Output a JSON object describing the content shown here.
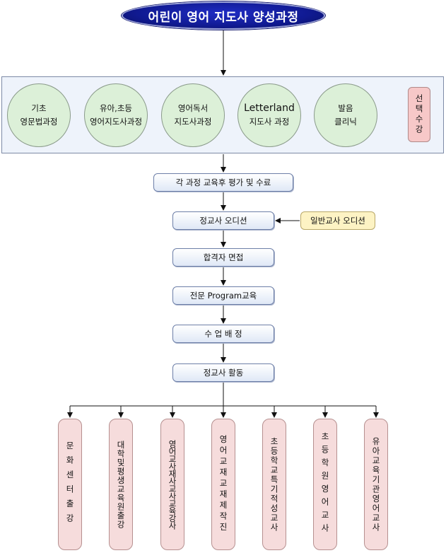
{
  "title": "어린이 영어 지도사 양성과정",
  "courses": [
    {
      "line1": "기초",
      "line2": "영문법과정"
    },
    {
      "line1": "유아,초등",
      "line2": "영어지도사과정"
    },
    {
      "line1": "영어독서",
      "line2": "지도사과정"
    },
    {
      "line1": "Letterland",
      "line2": "지도사 과정"
    },
    {
      "line1": "발음",
      "line2": "클리닉"
    }
  ],
  "elective": "선택수강",
  "steps": [
    "각 과정 교육후 평가 및 수료",
    "정교사 오디션",
    "합격자 면접",
    "전문 Program교육",
    "수 업 배 정",
    "정교사 활동"
  ],
  "side_input": "일반교사 오디션",
  "activities": [
    "문화센터출강",
    "대학및평생교육원출강",
    "영어교사재사교사교육강사",
    "영어교재교재제작진",
    "초등학교특기적성교사",
    "초등학원영어교사",
    "유아교육기관영어교사"
  ]
}
